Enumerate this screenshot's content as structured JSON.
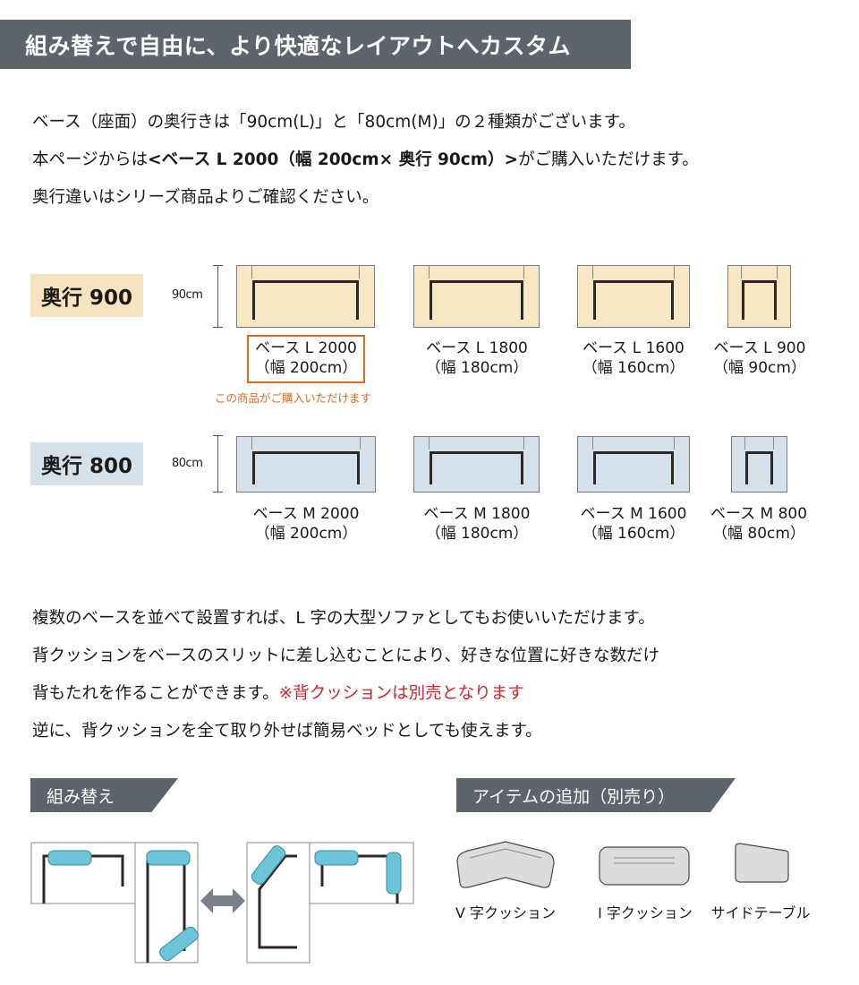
{
  "header": {
    "title": "組み替えで自由に、より快適なレイアウトへカスタム"
  },
  "intro": {
    "line1": "ベース（座面）の奥行きは「90cm(L)」と「80cm(M)」の２種類がございます。",
    "line2_pre": "本ページからは",
    "line2_strong": "<ベース L 2000（幅 200cm× 奥行 90cm）>",
    "line2_post": "がご購入いただけます。",
    "line3": "奥行違いはシリーズ商品よりご確認ください。"
  },
  "depth_900": {
    "badge": "奥行 900",
    "dimension": "90cm",
    "bases": [
      {
        "name": "ベース L 2000",
        "width": "（幅 200cm）"
      },
      {
        "name": "ベース L 1800",
        "width": "（幅 180cm）"
      },
      {
        "name": "ベース L 1600",
        "width": "（幅 160cm）"
      },
      {
        "name": "ベース L 900",
        "width": "（幅 90cm）"
      }
    ],
    "purchase_note": "この商品がご購入いただけます"
  },
  "depth_800": {
    "badge": "奥行 800",
    "dimension": "80cm",
    "bases": [
      {
        "name": "ベース M 2000",
        "width": "（幅 200cm）"
      },
      {
        "name": "ベース M 1800",
        "width": "（幅 180cm）"
      },
      {
        "name": "ベース M 1600",
        "width": "（幅 160cm）"
      },
      {
        "name": "ベース M 800",
        "width": "（幅 80cm）"
      }
    ]
  },
  "body": {
    "line1": "複数のベースを並べて設置すれば、L 字の大型ソファとしてもお使いいただけます。",
    "line2": "背クッションをベースのスリットに差し込むことにより、好きな位置に好きな数だけ",
    "line3_pre": "背もたれを作ることができます。",
    "line3_red": "※背クッションは別売となります",
    "line4": "逆に、背クッションを全て取り外せば簡易ベッドとしても使えます。"
  },
  "sections": {
    "rearrange": {
      "title": "組み替え"
    },
    "items": {
      "title": "アイテムの追加（別売り）",
      "list": [
        {
          "label": "V 字クッション",
          "icon": "v-cushion-icon"
        },
        {
          "label": "I 字クッション",
          "icon": "i-cushion-icon"
        },
        {
          "label": "サイドテーブル",
          "icon": "side-table-icon"
        }
      ]
    }
  },
  "colors": {
    "header_bg": "#5d646c",
    "depth_900_fill": "#f8e7c3",
    "depth_800_fill": "#d6e0ea",
    "highlight": "#d86b25",
    "notice_red": "#d0262f",
    "cushion_blue": "#6cc4d8"
  }
}
